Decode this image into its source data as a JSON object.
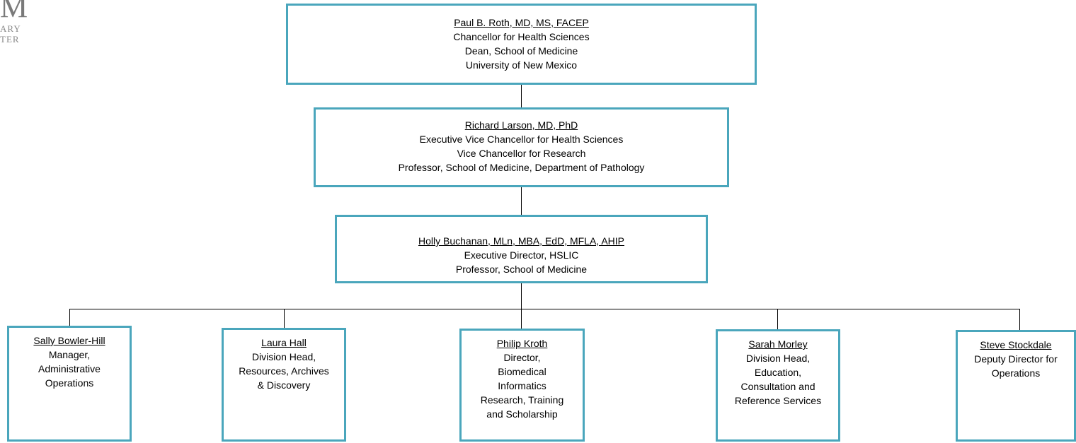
{
  "logo": {
    "mark": "M",
    "line1": "ARY",
    "line2": "TER"
  },
  "top": [
    {
      "name": "Paul B. Roth, MD, MS, FACEP",
      "lines": [
        "Chancellor for Health Sciences",
        "Dean, School of Medicine",
        "University of New Mexico"
      ]
    },
    {
      "name": "Richard Larson, MD, PhD",
      "lines": [
        "Executive Vice Chancellor for Health Sciences",
        "Vice Chancellor for Research",
        "Professor, School of Medicine, Department of Pathology"
      ]
    },
    {
      "name": "Holly Buchanan, MLn, MBA, EdD, MFLA, AHIP",
      "lines": [
        "Executive Director, HSLIC",
        "Professor, School of Medicine"
      ]
    }
  ],
  "reports": [
    {
      "name": "Sally Bowler-Hill",
      "lines": [
        "Manager,",
        "Administrative",
        "Operations"
      ]
    },
    {
      "name": "Laura Hall",
      "lines": [
        "Division Head,",
        "Resources, Archives",
        "& Discovery"
      ]
    },
    {
      "name": "Philip Kroth",
      "lines": [
        "Director,",
        "Biomedical",
        "Informatics",
        "Research, Training",
        "and Scholarship"
      ]
    },
    {
      "name": "Sarah Morley",
      "lines": [
        "Division Head,",
        "Education,",
        "Consultation and",
        "Reference Services"
      ]
    },
    {
      "name": "Steve Stockdale",
      "lines": [
        "Deputy Director for",
        "Operations"
      ]
    }
  ]
}
